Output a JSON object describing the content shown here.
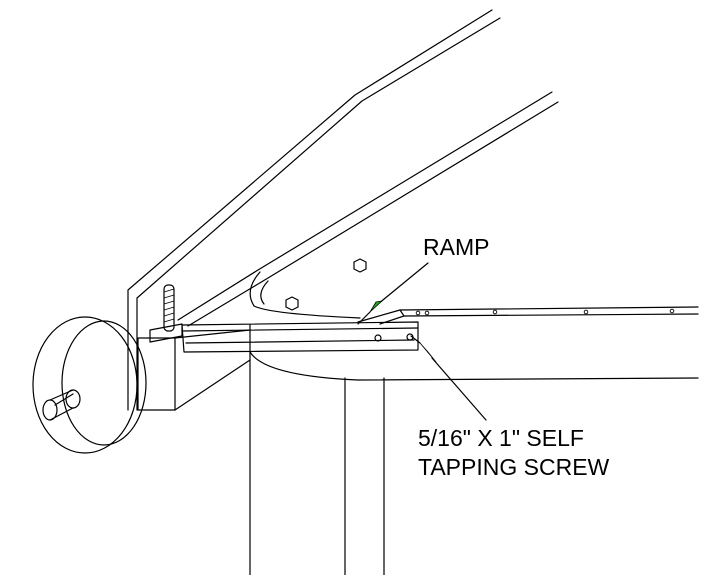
{
  "callouts": {
    "ramp": "RAMP",
    "screw_line1": "5/16\" X 1\" SELF",
    "screw_line2": "TAPPING SCREW"
  },
  "colors": {
    "line": "#000000",
    "arrowhead": "#22aa22",
    "background": "#ffffff"
  }
}
